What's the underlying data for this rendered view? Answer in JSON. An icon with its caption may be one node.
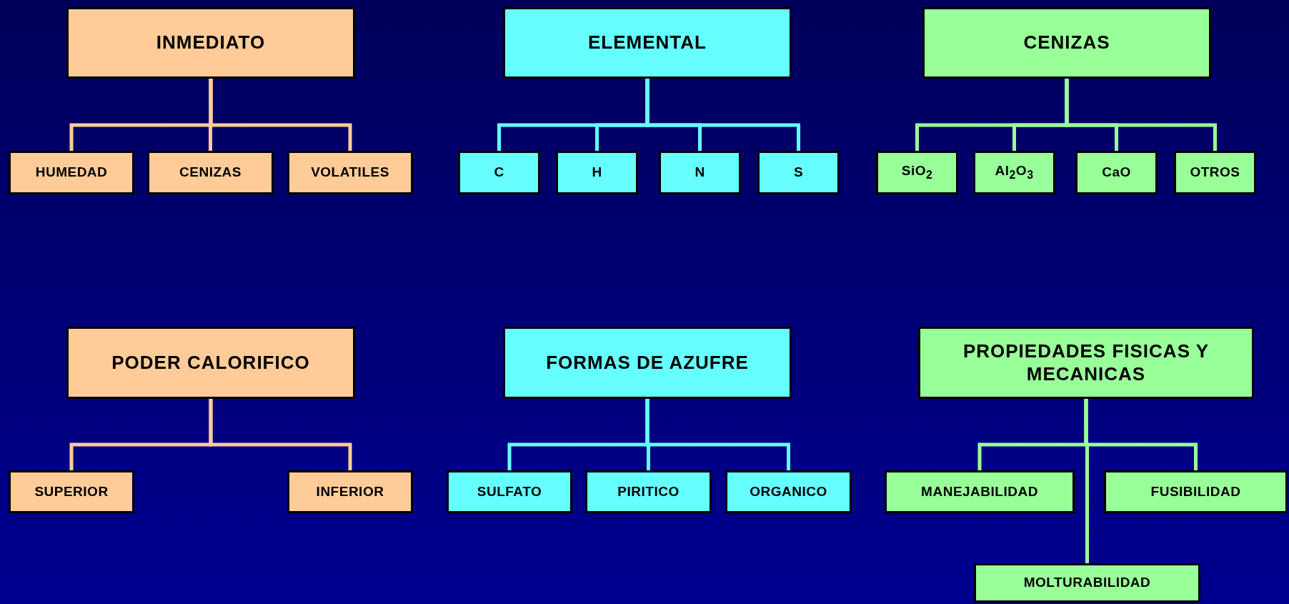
{
  "diagram": {
    "nodes": [
      {
        "text": [
          "INMEDIATO"
        ]
      },
      {
        "text": [
          "HUMEDAD"
        ]
      },
      {
        "text": [
          "CENIZAS"
        ]
      },
      {
        "text": [
          "VOLATILES"
        ]
      },
      {
        "text": [
          "ELEMENTAL"
        ]
      },
      {
        "text": [
          "C"
        ]
      },
      {
        "text": [
          "H"
        ]
      },
      {
        "text": [
          "N"
        ]
      },
      {
        "text": [
          "S"
        ]
      },
      {
        "text": [
          "CENIZAS"
        ]
      },
      {
        "text": [
          "SiO$_{2}$"
        ]
      },
      {
        "text": [
          "Al$_{2}$O$_{3}$"
        ]
      },
      {
        "text": [
          "CaO"
        ]
      },
      {
        "text": [
          "OTROS"
        ]
      },
      {
        "text": [
          "PODER CALORIFICO"
        ]
      },
      {
        "text": [
          "SUPERIOR"
        ]
      },
      {
        "text": [
          "INFERIOR"
        ]
      },
      {
        "text": [
          "FORMAS DE AZUFRE"
        ]
      },
      {
        "text": [
          "SULFATO"
        ]
      },
      {
        "text": [
          "PIRITICO"
        ]
      },
      {
        "text": [
          "ORGANICO"
        ]
      },
      {
        "text": [
          "PROPIEDADES FISICAS Y MECANICAS"
        ]
      },
      {
        "text": [
          "MANEJABILIDAD"
        ]
      },
      {
        "text": [
          "FUSIBILIDAD"
        ]
      },
      {
        "text": [
          "MOLTURABILIDAD"
        ]
      }
    ],
    "edges": [
      {
        "from": 0,
        "to": 1,
        "arrow": "none",
        "color": "#ffcc99"
      },
      {
        "from": 0,
        "to": 2,
        "arrow": "none",
        "color": "#ffcc99"
      },
      {
        "from": 0,
        "to": 3,
        "arrow": "none",
        "color": "#ffcc99"
      },
      {
        "from": 4,
        "to": 5,
        "arrow": "none",
        "color": "#66ffff"
      },
      {
        "from": 4,
        "to": 6,
        "arrow": "none",
        "color": "#66ffff"
      },
      {
        "from": 4,
        "to": 7,
        "arrow": "none",
        "color": "#66ffff"
      },
      {
        "from": 4,
        "to": 8,
        "arrow": "none",
        "color": "#66ffff"
      },
      {
        "from": 9,
        "to": 10,
        "arrow": "none",
        "color": "#99ff99"
      },
      {
        "from": 9,
        "to": 11,
        "arrow": "none",
        "color": "#99ff99"
      },
      {
        "from": 9,
        "to": 12,
        "arrow": "none",
        "color": "#99ff99"
      },
      {
        "from": 9,
        "to": 13,
        "arrow": "none",
        "color": "#99ff99"
      },
      {
        "from": 14,
        "to": 15,
        "arrow": "none",
        "color": "#ffcc99"
      },
      {
        "from": 14,
        "to": 16,
        "arrow": "none",
        "color": "#ffcc99"
      },
      {
        "from": 17,
        "to": 18,
        "arrow": "none",
        "color": "#66ffff"
      },
      {
        "from": 17,
        "to": 19,
        "arrow": "none",
        "color": "#66ffff"
      },
      {
        "from": 17,
        "to": 20,
        "arrow": "none",
        "color": "#66ffff"
      },
      {
        "from": 21,
        "to": 22,
        "arrow": "none",
        "color": "#99ff99"
      },
      {
        "from": 21,
        "to": 23,
        "arrow": "none",
        "color": "#99ff99"
      },
      {
        "from": 21,
        "to": 24,
        "arrow": "none",
        "color": "#99ff99"
      }
    ]
  }
}
